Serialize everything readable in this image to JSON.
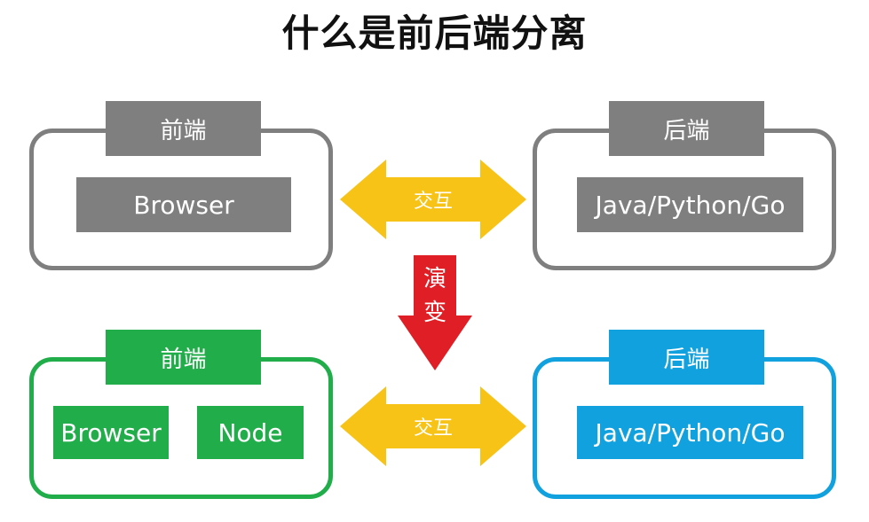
{
  "title": "什么是前后端分离",
  "colors": {
    "gray": "#7f7f7f",
    "green": "#22ad4b",
    "blue": "#11a1de",
    "arrow_yellow": "#f7c317",
    "arrow_red": "#e01e26"
  },
  "top": {
    "frontend": {
      "label": "前端",
      "box": "Browser"
    },
    "backend": {
      "label": "后端",
      "box": "Java/Python/Go"
    },
    "interaction": "交互"
  },
  "evolve": {
    "char1": "演",
    "char2": "变"
  },
  "bottom": {
    "frontend": {
      "label": "前端",
      "box1": "Browser",
      "box2": "Node"
    },
    "backend": {
      "label": "后端",
      "box": "Java/Python/Go"
    },
    "interaction": "交互"
  }
}
